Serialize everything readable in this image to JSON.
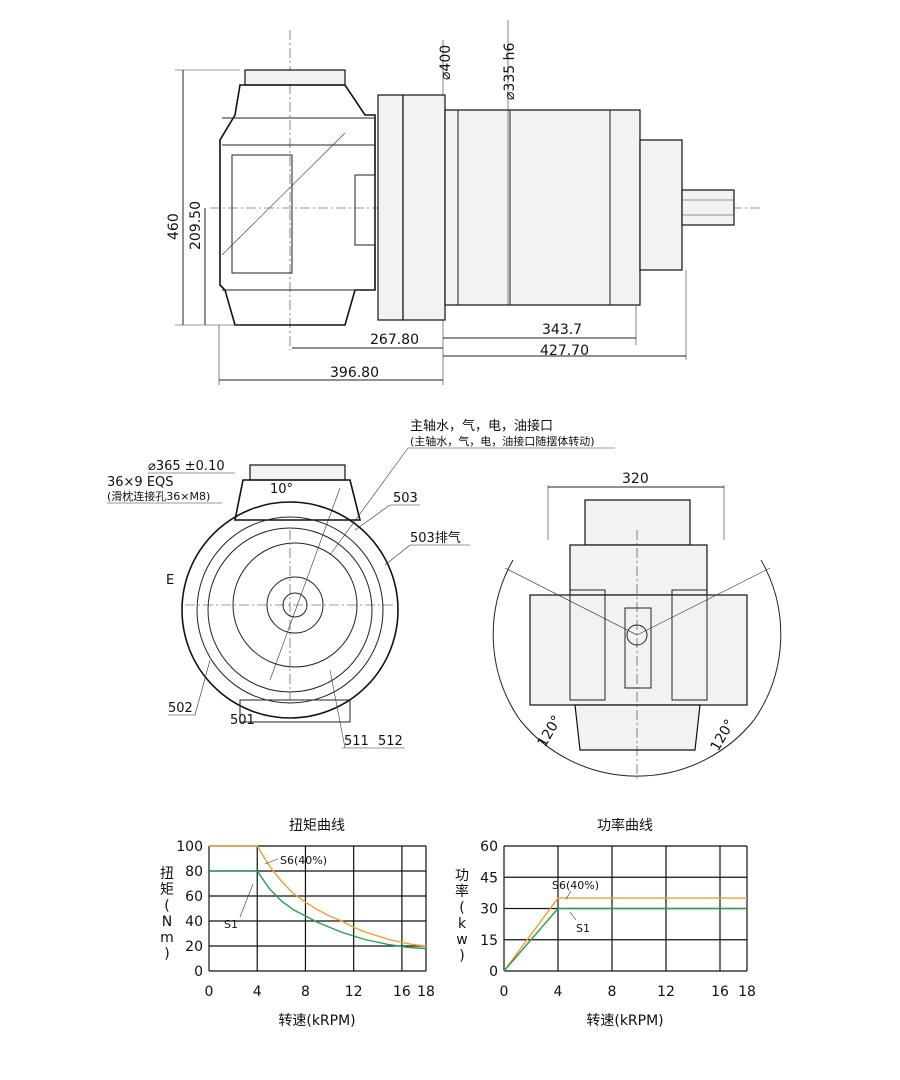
{
  "side_view": {
    "dims": {
      "d400": "⌀400",
      "d335": "⌀335 h6",
      "h460": "460",
      "h209": "209.50",
      "w267": "267.80",
      "w343": "343.7",
      "w427": "427.70",
      "w396": "396.80"
    }
  },
  "front_view": {
    "connector_title": "主轴水，气，电，油接口",
    "connector_note": "(主轴水，气，电，油接口随摆体转动)",
    "d365": "⌀365 ±0.10",
    "eqs": "36×9  EQS",
    "eqs_note": "(滑枕连接孔36×M8)",
    "angle10": "10°",
    "l503": "503",
    "l503_exhaust": "503排气",
    "lE": "E",
    "l502": "502",
    "l501": "501",
    "l511": "511",
    "l512": "512"
  },
  "rear_view": {
    "w320": "320",
    "a120_left": "120°",
    "a120_right": "120°"
  },
  "colors": {
    "s6": "#f0a030",
    "s1": "#2e9e55"
  },
  "chart_data": [
    {
      "type": "line",
      "title": "扭矩曲线",
      "xlabel": "转速(kRPM)",
      "ylabel": [
        "扭",
        "矩",
        "(",
        "N",
        "m",
        ")"
      ],
      "xlim": [
        0,
        18
      ],
      "ylim": [
        0,
        100
      ],
      "xticks": [
        "0",
        "4",
        "8",
        "12",
        "16",
        "18"
      ],
      "yticks": [
        "0",
        "20",
        "40",
        "60",
        "80",
        "100"
      ],
      "xgrid": [
        0,
        4,
        8,
        12,
        16,
        18
      ],
      "ygrid": [
        0,
        20,
        40,
        60,
        80,
        100
      ],
      "series": [
        {
          "name": "S6(40%)",
          "x": [
            0,
            4,
            5,
            6,
            7,
            8,
            9,
            10,
            11,
            12,
            13,
            14,
            15,
            16,
            17,
            18
          ],
          "y": [
            100,
            100,
            84,
            72,
            62,
            55,
            49,
            44,
            40,
            35,
            31,
            28,
            25,
            23,
            21,
            20
          ]
        },
        {
          "name": "S1",
          "x": [
            0,
            4,
            5,
            6,
            7,
            8,
            9,
            10,
            11,
            12,
            13,
            14,
            15,
            16,
            17,
            18
          ],
          "y": [
            80,
            80,
            66,
            56,
            49,
            44,
            39,
            35,
            31,
            28,
            25,
            23,
            21,
            19.5,
            18.5,
            18
          ]
        }
      ]
    },
    {
      "type": "line",
      "title": "功率曲线",
      "xlabel": "转速(kRPM)",
      "ylabel": [
        "功",
        "率",
        "(",
        "k",
        "w",
        ")"
      ],
      "xlim": [
        0,
        18
      ],
      "ylim": [
        0,
        60
      ],
      "xticks": [
        "0",
        "4",
        "8",
        "12",
        "16",
        "18"
      ],
      "yticks": [
        "0",
        "15",
        "30",
        "45",
        "60"
      ],
      "xgrid": [
        0,
        4,
        8,
        12,
        16,
        18
      ],
      "ygrid": [
        0,
        15,
        30,
        45,
        60
      ],
      "series": [
        {
          "name": "S6(40%)",
          "x": [
            0,
            4,
            18
          ],
          "y": [
            0,
            35,
            35
          ]
        },
        {
          "name": "S1",
          "x": [
            0,
            4,
            18
          ],
          "y": [
            0,
            30,
            30
          ]
        }
      ]
    }
  ]
}
